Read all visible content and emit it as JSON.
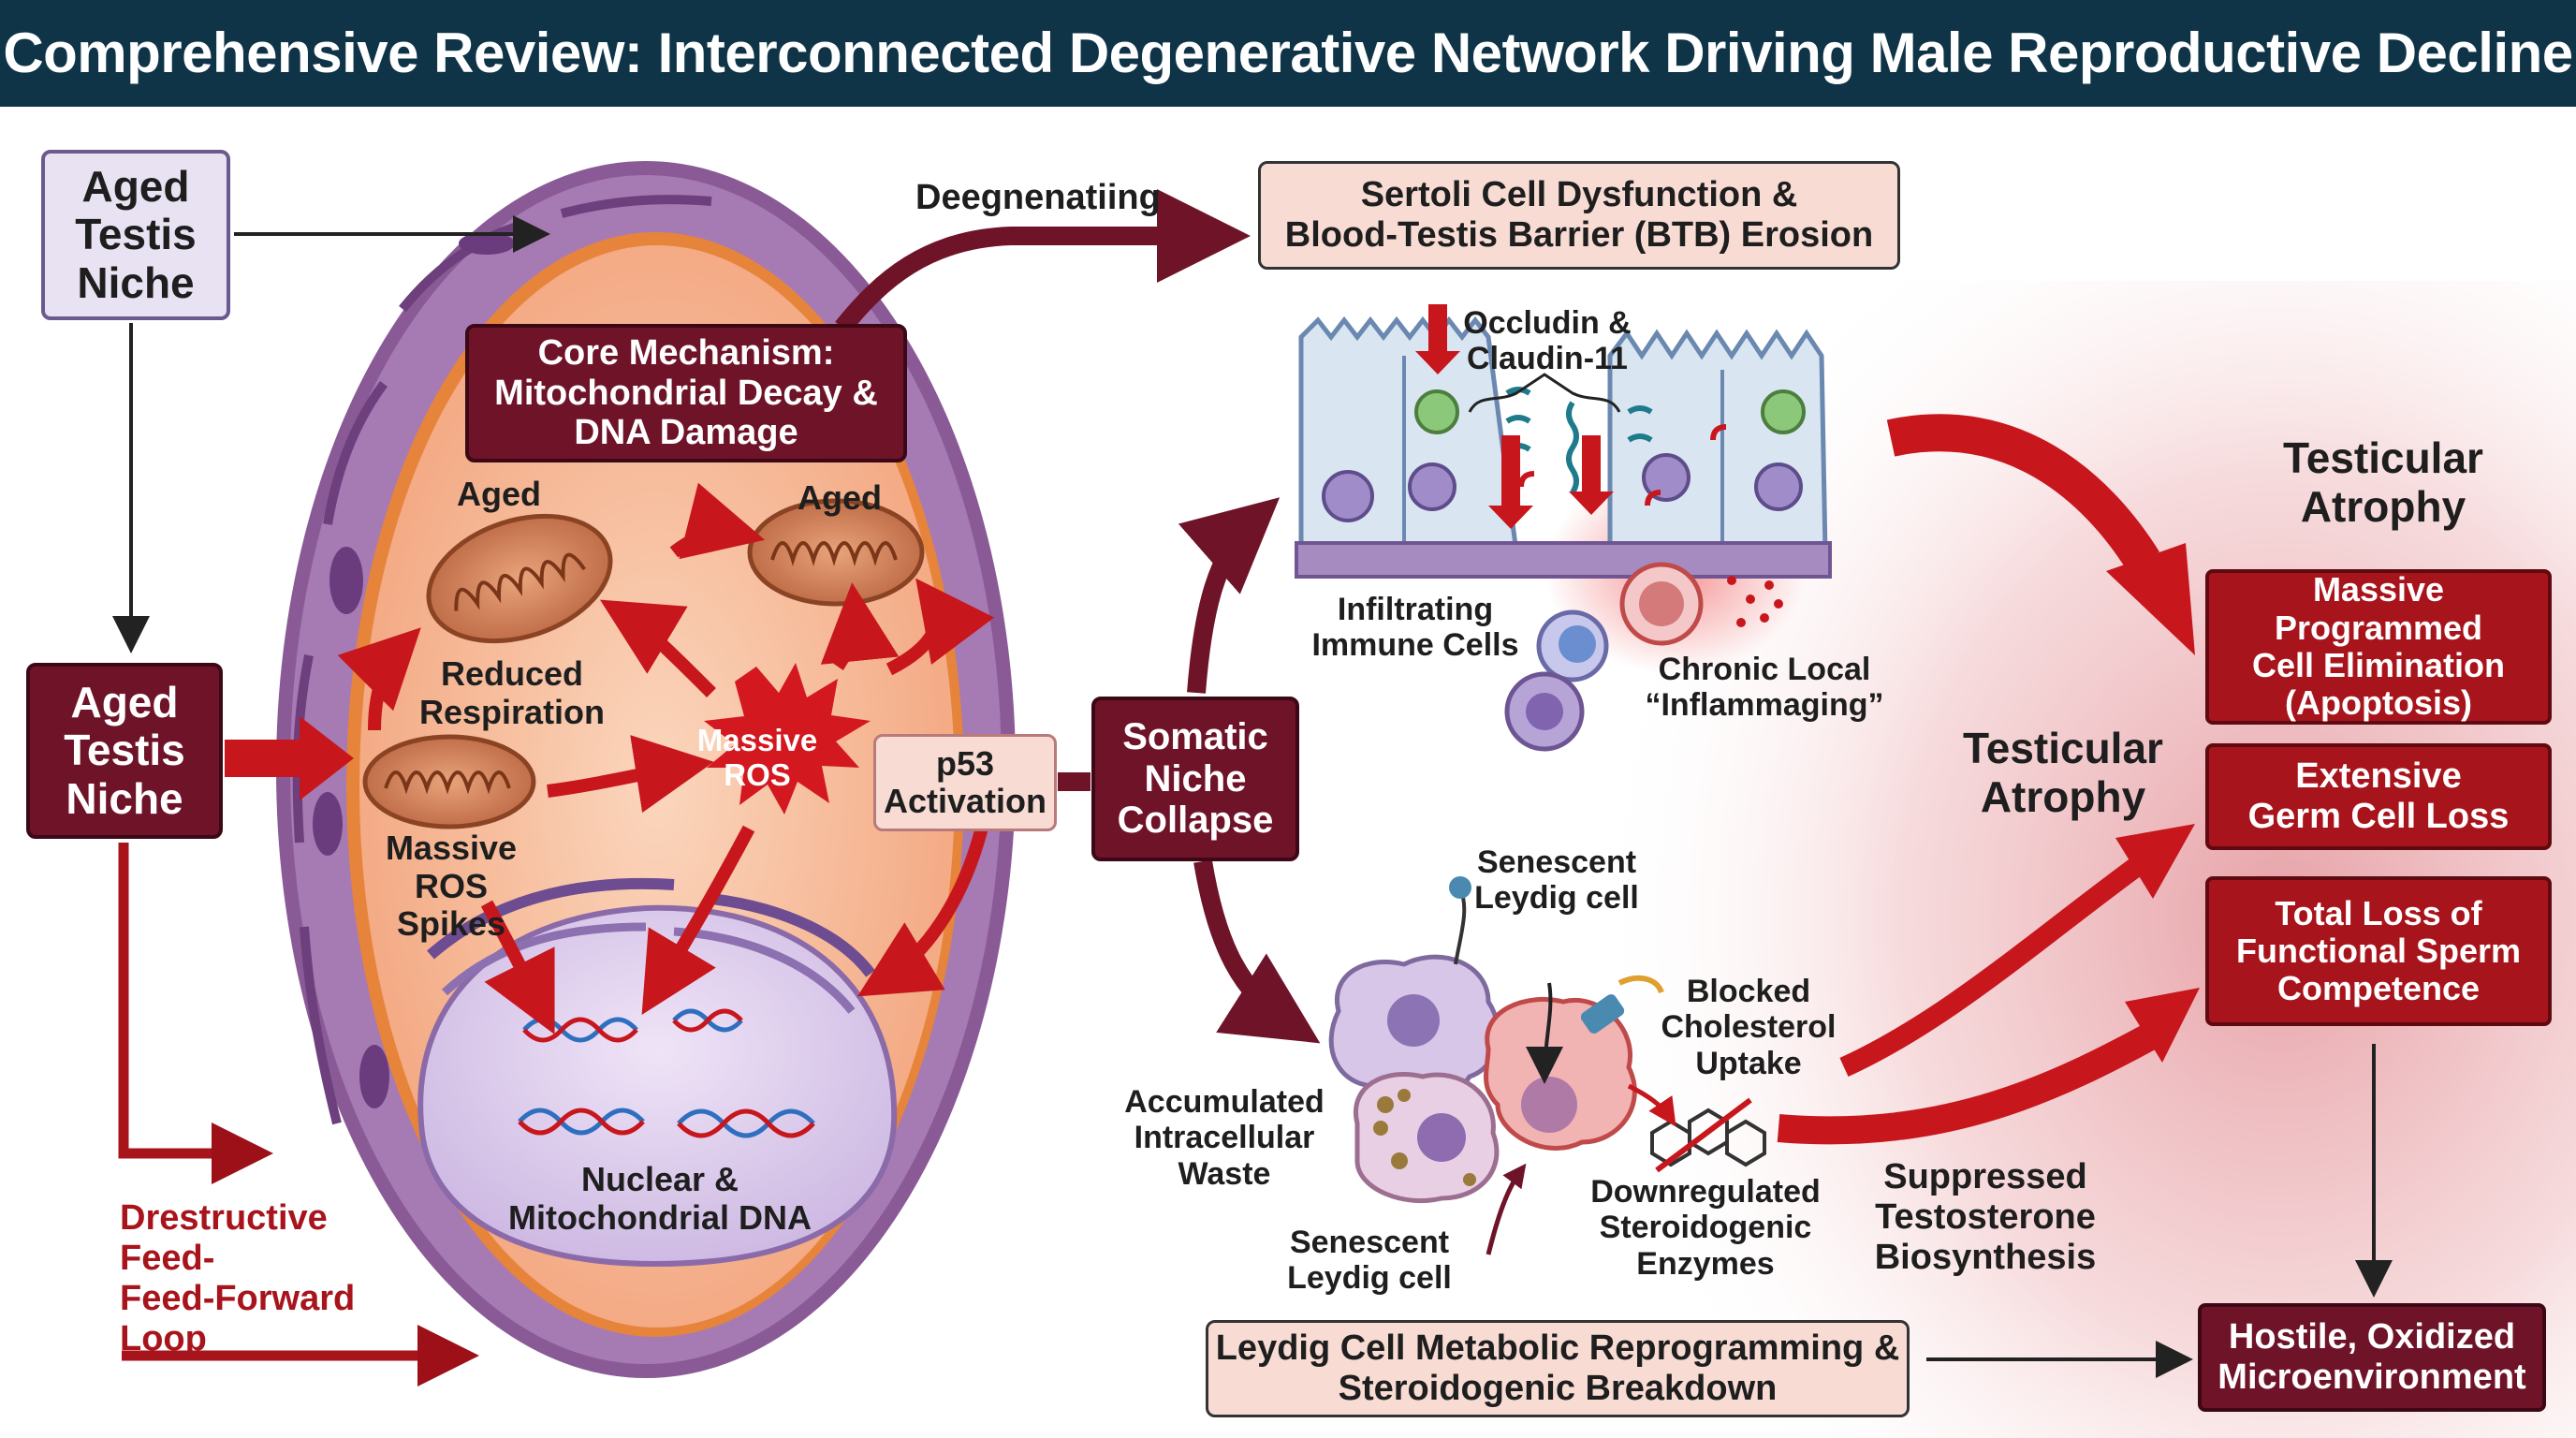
{
  "title": "Comprehensive Review: Interconnected Degenerative Network Driving Male Reproductive Decline",
  "colors": {
    "header_bg": "#0f3447",
    "maroon": "#6e1328",
    "crimson": "#a8141c",
    "red_arrow": "#c8161d",
    "lavender_box": "#e8e2f2",
    "peach_box": "#f8dcd4",
    "cell_fill": "#f6b995",
    "nucleus_fill": "#d9c8ea"
  },
  "left": {
    "aged_niche_top": "Aged\nTestis\nNiche",
    "aged_niche_mid": "Aged\nTestis\nNiche",
    "core_mechanism": "Core Mechanism:\nMitochondrial Decay &\nDNA Damage",
    "aged_label_1": "Aged",
    "aged_label_2": "Aged",
    "reduced_respiration": "Reduced\nRespiration",
    "massive_ros": "Massive\nROS",
    "massive_ros_spikes": "Massive\nROS Spikes",
    "p53": "p53\nActivation",
    "nuclear_dna": "Nuclear &\nMitochondrial DNA",
    "loop_text": "Drestructive\nFeed-\nFeed-Forward\nLoop"
  },
  "center": {
    "somatic_collapse": "Somatic\nNiche\nCollapse",
    "degenerating": "Deegnenatiing"
  },
  "sertoli": {
    "title": "Sertoli Cell Dysfunction &\nBlood-Testis Barrier (BTB) Erosion",
    "occludin": "Occludin &\nClaudin-11",
    "immune": "Infiltrating\nImmune Cells",
    "inflammaging": "Chronic Local\n“Inflammaging”"
  },
  "leydig": {
    "senescent_top": "Senescent\nLeydig cell",
    "blocked": "Blocked\nCholesterol\nUptake",
    "accumulated": "Accumulated\nIntracellular\nWaste",
    "downregulated": "Downregulated\nSteroidogenic\nEnzymes",
    "senescent_bottom": "Senescent\nLeydig cell",
    "suppressed": "Suppressed\nTestosterone\nBiosynthesis",
    "title": "Leydig Cell Metabolic Reprogramming &\nSteroidogenic Breakdown"
  },
  "right": {
    "atrophy_top": "Testicular\nAtrophy",
    "atrophy_mid": "Testicular\nAtrophy",
    "apoptosis": "Massive Programmed\nCell Elimination\n(Apoptosis)",
    "germ_loss": "Extensive\nGerm Cell Loss",
    "sperm": "Total Loss of\nFunctional Sperm\nCompetence",
    "hostile": "Hostile, Oxidized\nMicroenvironment"
  }
}
